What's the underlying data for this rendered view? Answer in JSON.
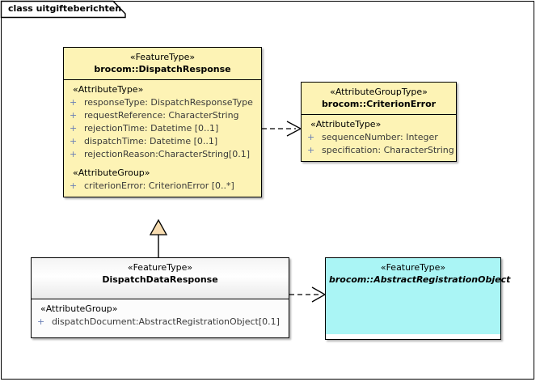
{
  "diagram": {
    "frame_label": "class uitgifteberichten",
    "background": "#ffffff",
    "frame_border_color": "#000000"
  },
  "colors": {
    "feature_type_fill": "#fdf3b5",
    "attribute_group_type_fill": "#fdf3b5",
    "abstract_fill": "#aaf5f5",
    "plain_fill": "#fcfcfc",
    "border": "#000000",
    "generalization_arrow_fill": "#f7dcb0",
    "visibility_marker": "#6a7fb5"
  },
  "classes": {
    "dispatch_response": {
      "stereotype": "«FeatureType»",
      "name": "brocom::DispatchResponse",
      "compartments": [
        {
          "label": "«AttributeType»",
          "attributes": [
            {
              "visibility": "+",
              "text": "responseType: DispatchResponseType"
            },
            {
              "visibility": "+",
              "text": "requestReference: CharacterString"
            },
            {
              "visibility": "+",
              "text": "rejectionTime: Datetime [0..1]"
            },
            {
              "visibility": "+",
              "text": "dispatchTime: Datetime [0..1]"
            },
            {
              "visibility": "+",
              "text": "rejectionReason:CharacterString[0.1]"
            }
          ]
        },
        {
          "label": "«AttributeGroup»",
          "attributes": [
            {
              "visibility": "+",
              "text": "criterionError: CriterionError [0..*]"
            }
          ]
        }
      ]
    },
    "criterion_error": {
      "stereotype": "«AttributeGroupType»",
      "name": "brocom::CriterionError",
      "compartments": [
        {
          "label": "«AttributeType»",
          "attributes": [
            {
              "visibility": "+",
              "text": "sequenceNumber: Integer"
            },
            {
              "visibility": "+",
              "text": "specification: CharacterString"
            }
          ]
        }
      ]
    },
    "dispatch_data_response": {
      "stereotype": "«FeatureType»",
      "name": "DispatchDataResponse",
      "compartments": [
        {
          "label": "«AttributeGroup»",
          "attributes": [
            {
              "visibility": "+",
              "text": "dispatchDocument:AbstractRegistrationObject[0.1]"
            }
          ]
        }
      ]
    },
    "abstract_registration_object": {
      "stereotype": "«FeatureType»",
      "name": "brocom::AbstractRegistrationObject",
      "abstract": true,
      "compartments": []
    }
  },
  "connectors": [
    {
      "name": "dispatchresponse-to-criterionerror",
      "type": "dependency",
      "line": "dashed",
      "arrowhead": "open",
      "source": "dispatch_response",
      "target": "criterion_error"
    },
    {
      "name": "dispatchdataresponse-generalizes-dispatchresponse",
      "type": "generalization",
      "line": "solid",
      "arrowhead": "closed-triangle",
      "source": "dispatch_data_response",
      "target": "dispatch_response"
    },
    {
      "name": "dispatchdataresponse-to-abstractregistrationobject",
      "type": "dependency",
      "line": "dashed",
      "arrowhead": "open",
      "source": "dispatch_data_response",
      "target": "abstract_registration_object"
    }
  ]
}
